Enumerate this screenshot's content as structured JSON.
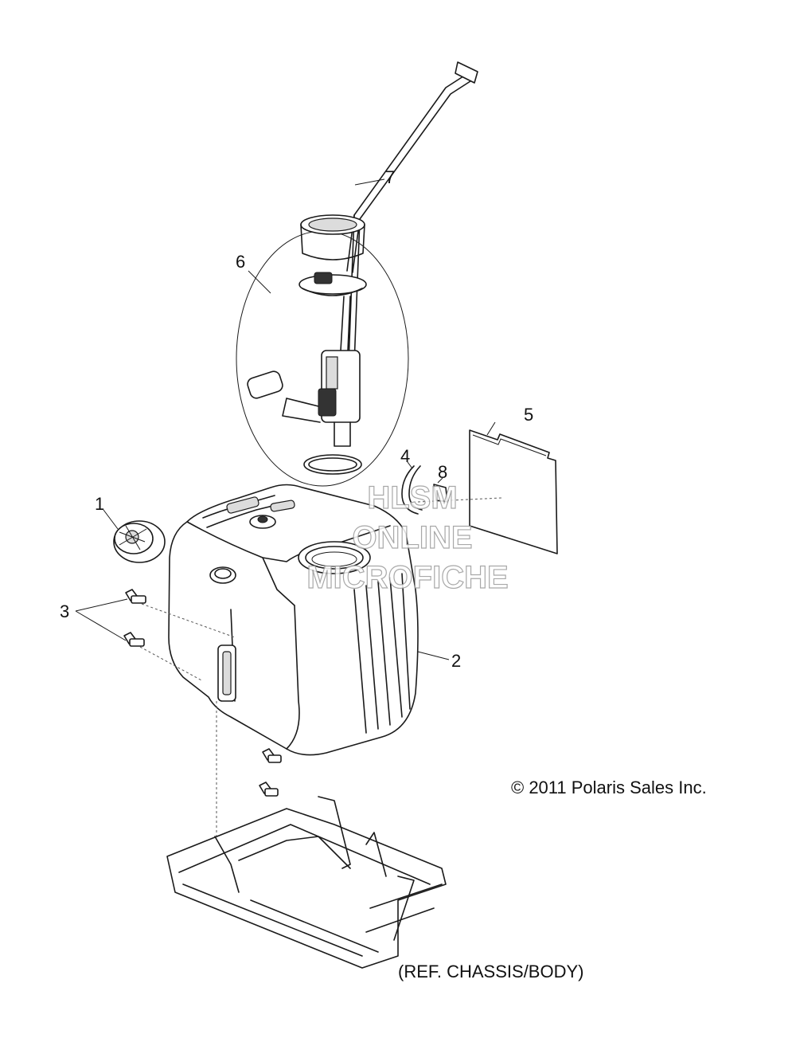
{
  "callouts": [
    {
      "id": "1",
      "label": "1"
    },
    {
      "id": "2",
      "label": "2"
    },
    {
      "id": "3",
      "label": "3"
    },
    {
      "id": "4",
      "label": "4"
    },
    {
      "id": "5",
      "label": "5"
    },
    {
      "id": "6",
      "label": "6"
    },
    {
      "id": "7",
      "label": "7"
    },
    {
      "id": "8",
      "label": "8"
    }
  ],
  "copyright": "© 2011 Polaris Sales Inc.",
  "reference_note": "(REF. CHASSIS/BODY)",
  "watermark": {
    "line1": "HLSM",
    "line2": "ONLINE",
    "line3": "MICROFICHE"
  },
  "colors": {
    "ink": "#1a1a1a",
    "background": "#ffffff",
    "watermark_outline": "#9a9a9a"
  }
}
